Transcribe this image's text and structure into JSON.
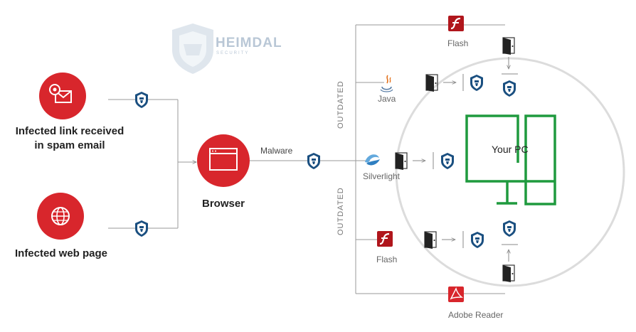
{
  "brand": {
    "name": "HEIMDAL",
    "sub": "SECURITY"
  },
  "sources": {
    "spam": [
      "Infected link received",
      "in spam email"
    ],
    "web": "Infected web page"
  },
  "browser": {
    "label": "Browser"
  },
  "malware_label": "Malware",
  "outdated_label": "OUTDATED",
  "plugins": {
    "flash_top": "Flash",
    "java": "Java",
    "silverlight": "Silverlight",
    "flash_bottom": "Flash",
    "adobe": "Adobe Reader"
  },
  "target": {
    "label": "Your PC"
  },
  "colors": {
    "red": "#d8262c",
    "green": "#1f9a3e",
    "shield": "#1a4f80",
    "line": "#9a9a9a",
    "circle": "#dcdcdc"
  }
}
